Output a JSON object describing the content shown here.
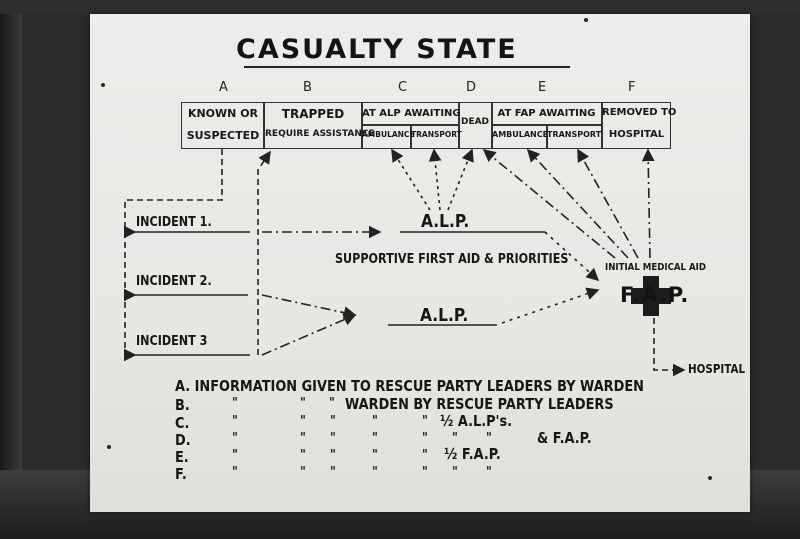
{
  "board": {
    "title": "CASUALTY STATE",
    "column_letters": [
      "A",
      "B",
      "C",
      "D",
      "E",
      "F"
    ],
    "table": {
      "known": [
        "KNOWN OR",
        "SUSPECTED"
      ],
      "trapped": [
        "TRAPPED",
        "REQUIRE ASSISTANCE"
      ],
      "alp_awaiting": "AT ALP AWAITING",
      "dead": "DEAD",
      "fap_awaiting": "AT FAP AWAITING",
      "ambulance": "AMBULANCE",
      "transport": "TRANSPORT",
      "removed": [
        "REMOVED TO",
        "HOSPITAL"
      ]
    },
    "incidents": [
      "INCIDENT 1.",
      "INCIDENT 2.",
      "INCIDENT 3"
    ],
    "alp_label": "A.L.P.",
    "supportive": "SUPPORTIVE FIRST AID & PRIORITIES",
    "initial_medical_aid": "INITIAL MEDICAL AID",
    "fap_label": "F.A.P.",
    "hospital": "HOSPITAL",
    "notes": {
      "a": "A.  INFORMATION GIVEN TO RESCUE PARTY LEADERS BY WARDEN",
      "b_letter": "B.",
      "b_text": "WARDEN BY RESCUE PARTY LEADERS",
      "c_letter": "C.",
      "c_text": "½ A.L.P's.",
      "d_letter": "D.",
      "d_text": "& F.A.P.",
      "e_letter": "E.",
      "e_text": "½ F.A.P.",
      "f_letter": "F.",
      "ditto": "\""
    }
  }
}
